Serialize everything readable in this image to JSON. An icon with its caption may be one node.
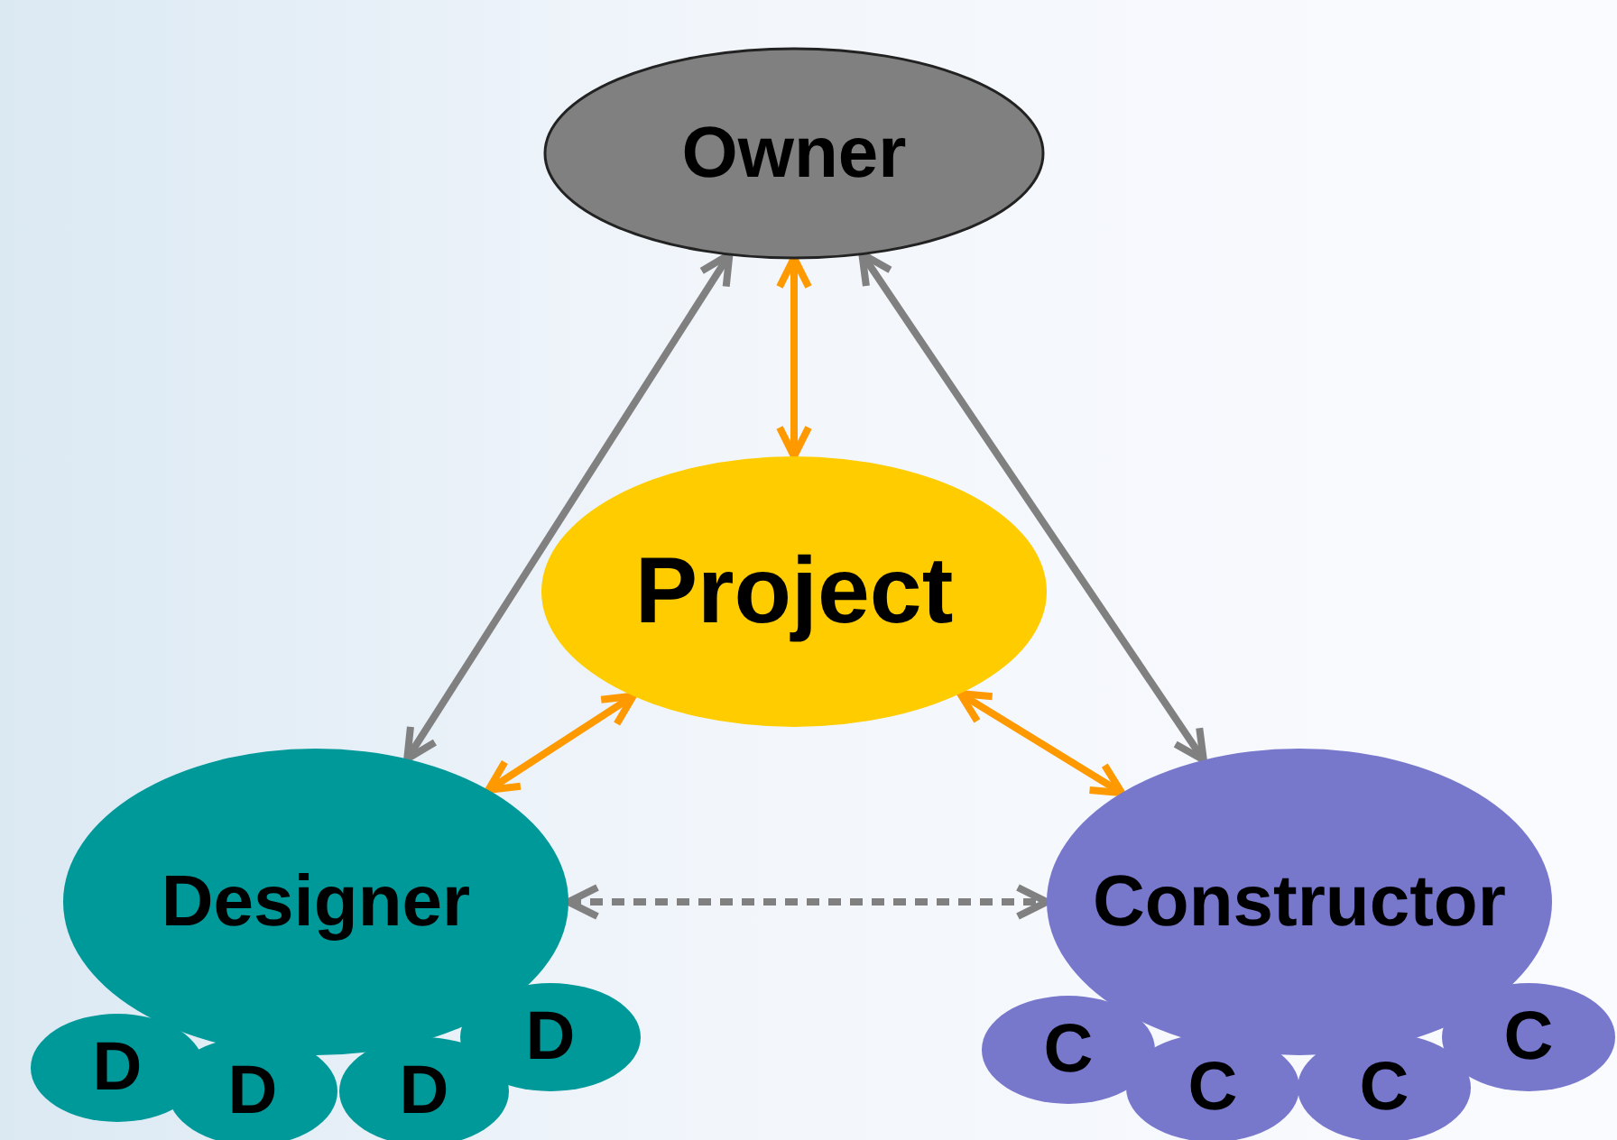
{
  "diagram": {
    "nodes": [
      {
        "text": [
          "Owner"
        ]
      },
      {
        "text": [
          "Project"
        ]
      },
      {
        "text": [
          "Designer"
        ]
      },
      {
        "text": [
          "Constructor"
        ]
      },
      {
        "text": [
          "D"
        ]
      },
      {
        "text": [
          "D"
        ]
      },
      {
        "text": [
          "D"
        ]
      },
      {
        "text": [
          "D"
        ]
      },
      {
        "text": [
          "C"
        ]
      },
      {
        "text": [
          "C"
        ]
      },
      {
        "text": [
          "C"
        ]
      },
      {
        "text": [
          "C"
        ]
      }
    ],
    "edges": [
      {
        "from": 0,
        "to": 2,
        "arrow": "both",
        "color": "#808080"
      },
      {
        "from": 0,
        "to": 3,
        "arrow": "both",
        "color": "#808080"
      },
      {
        "from": 0,
        "to": 1,
        "arrow": "both",
        "color": "#ff9900"
      },
      {
        "from": 1,
        "to": 2,
        "arrow": "both",
        "color": "#ff9900"
      },
      {
        "from": 1,
        "to": 3,
        "arrow": "both",
        "color": "#ff9900"
      },
      {
        "from": 2,
        "to": 3,
        "arrow": "both",
        "style": "dashed",
        "color": "#808080"
      }
    ]
  }
}
